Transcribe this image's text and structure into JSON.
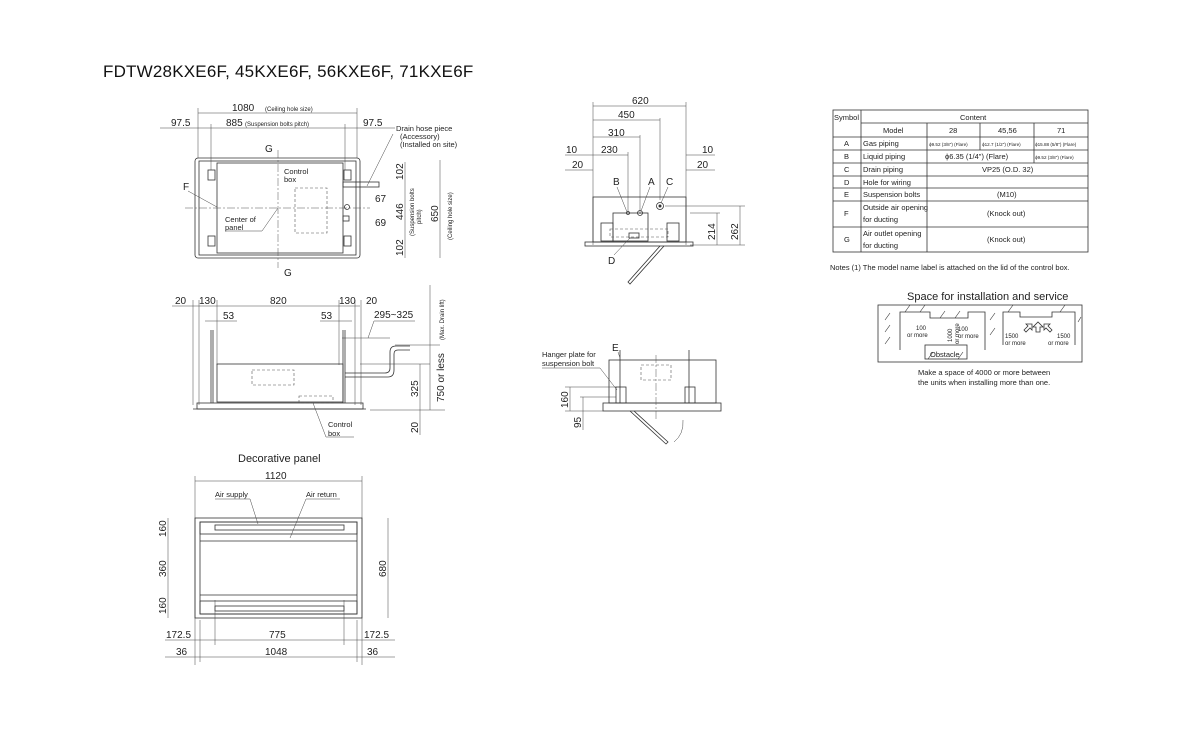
{
  "title": "FDTW28KXE6F, 45KXE6F, 56KXE6F, 71KXE6F",
  "top_view": {
    "dim_1080": "1080",
    "dim_1080_note": "(Ceiling hole size)",
    "dim_885": "885",
    "dim_885_note": "(Suspension bolts pitch)",
    "dim_left": "97.5",
    "dim_right": "97.5",
    "drain_hose": [
      "Drain hose piece",
      "(Accessory)",
      "(Installed on site)"
    ],
    "label_g_top": "G",
    "label_g_bottom": "G",
    "label_f": "F",
    "control_box": [
      "Control",
      "box"
    ],
    "center_of_panel": [
      "Center of",
      "panel"
    ],
    "dim_67": "67",
    "dim_69": "69",
    "dim_102_top": "102",
    "dim_446": "446",
    "dim_102_bottom": "102",
    "suspension_note": [
      "(Suspension bolts",
      "pitch)"
    ],
    "dim_650": "650",
    "dim_650_note": "(Ceiling hole size)"
  },
  "side_view": {
    "dims_top": [
      "20",
      "130",
      "820",
      "130",
      "20"
    ],
    "dim_53_left": "53",
    "dim_53_right": "53",
    "dim_drain": "295~325",
    "drain_lift": "(Max. Drain lift)",
    "dim_325": "325",
    "dim_750": "750 or less",
    "dim_20": "20",
    "control_box": [
      "Control",
      "box"
    ]
  },
  "panel_view": {
    "title": "Decorative panel",
    "dim_1120": "1120",
    "air_supply": "Air supply",
    "air_return": "Air return",
    "dims_left": [
      "160",
      "360",
      "160"
    ],
    "dim_680": "680",
    "dims_row1": [
      "172.5",
      "775",
      "172.5"
    ],
    "dims_row2": [
      "36",
      "1048",
      "36"
    ]
  },
  "front_view": {
    "dim_620": "620",
    "dim_450": "450",
    "dim_310": "310",
    "dim_230": "230",
    "dim_10_left": "10",
    "dim_20_left": "20",
    "dim_10_right": "10",
    "dim_20_right": "20",
    "labels": [
      "B",
      "A",
      "C",
      "D"
    ],
    "dim_214": "214",
    "dim_262": "262"
  },
  "hanger_view": {
    "label_e": "E",
    "hanger_note": [
      "Hanger plate for",
      "suspension bolt"
    ],
    "dim_160": "160",
    "dim_95": "95"
  },
  "spec_table": {
    "header_symbol": "Symbol",
    "header_content": "Content",
    "model_row": [
      "Model",
      "28",
      "45,56",
      "71"
    ],
    "rows": [
      {
        "symbol": "A",
        "item": "Gas piping",
        "c28": "ϕ9.52 (3/8\") (Flare)",
        "c4556": "ϕ12.7 (1/2\") (Flare)",
        "c71": "ϕ15.88 (5/8\") (Flare)"
      },
      {
        "symbol": "B",
        "item": "Liquid piping",
        "c28_56": "ϕ6.35 (1/4\") (Flare)",
        "c71": "ϕ9.52 (3/8\") (Flare)"
      },
      {
        "symbol": "C",
        "item": "Drain piping",
        "all": "VP25 (O.D. 32)"
      },
      {
        "symbol": "D",
        "item": "Hole for wiring",
        "all": ""
      },
      {
        "symbol": "E",
        "item": "Suspension bolts",
        "all": "(M10)"
      },
      {
        "symbol": "F",
        "item": [
          "Outside air opening",
          "for ducting"
        ],
        "all": "(Knock out)"
      },
      {
        "symbol": "G",
        "item": [
          "Air outlet opening",
          "for ducting"
        ],
        "all": "(Knock out)"
      }
    ],
    "note": "Notes (1) The model name label is attached on the lid of the control box."
  },
  "service_space": {
    "title": "Space for installation and service",
    "left_100": "100",
    "left_or_more": "or more",
    "center_1000": "1000",
    "center_or_more": "or more",
    "right_100": "100",
    "right_or_more": "or more",
    "obstacle": "Obstacle",
    "r_left_1500": "1500",
    "r_left_or_more": "or more",
    "r_right_1500": "1500",
    "r_right_or_more": "or more",
    "note": [
      "Make a space of 4000 or more between",
      "the units when installing more than one."
    ]
  }
}
